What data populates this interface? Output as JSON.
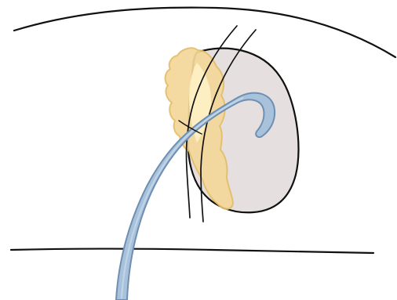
{
  "diagram": {
    "labels": [],
    "colors": {
      "background": "#ffffff",
      "outline": "#111111",
      "kidney_fill": "#e5e0df",
      "fat_fill": "#f4d79a",
      "fat_stroke": "#e3bd66",
      "tube_fill": "#a9c2dc",
      "tube_stroke": "#6f8fb2",
      "highlight": "#fff3c8"
    },
    "icons": [
      "kidney-shape",
      "perinephric-fat-shape",
      "catheter-tube",
      "skin-lines",
      "needle-lines"
    ]
  }
}
